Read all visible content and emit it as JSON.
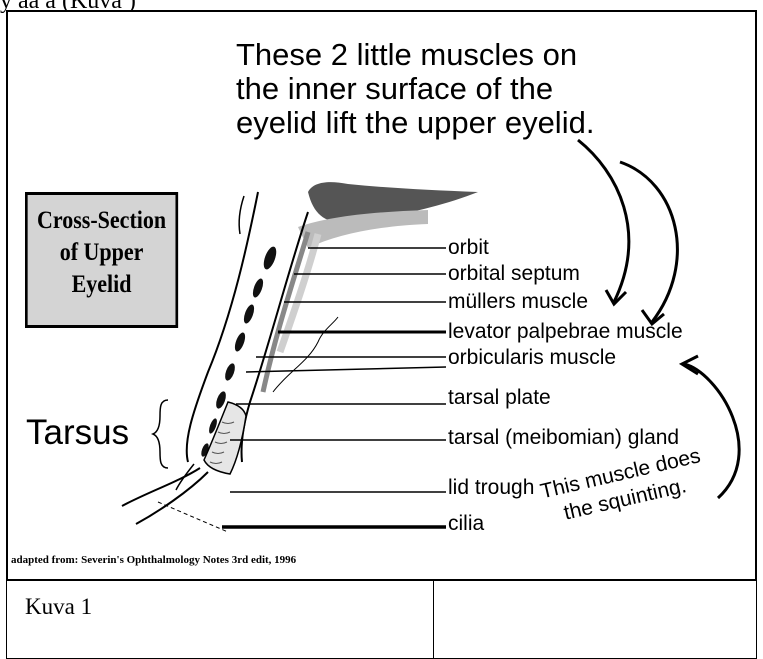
{
  "top_caption": "y ää ä (Kuva )",
  "headline": {
    "line1": "These 2 little muscles on",
    "line2": "the inner surface of the",
    "line3": "eyelid lift the upper eyelid."
  },
  "title_box": {
    "line1": "Cross-Section",
    "line2": "of Upper",
    "line3": "Eyelid"
  },
  "tarsus_label": "Tarsus",
  "labels": {
    "orbit": "orbit",
    "orbital_septum": "orbital septum",
    "mullers_muscle": "müllers muscle",
    "levator": "levator palpebrae muscle",
    "orbicularis": "orbicularis muscle",
    "tarsal_plate": "tarsal plate",
    "tarsal_gland": "tarsal (meibomian) gland",
    "lid_trough": "lid trough",
    "cilia": "cilia"
  },
  "squint_note": {
    "line1": "This muscle does",
    "line2": "the squinting."
  },
  "source": "adapted from: Severin's Ophthalmology Notes 3rd edit, 1996",
  "caption_table": {
    "left": "Kuva 1",
    "right": ""
  }
}
